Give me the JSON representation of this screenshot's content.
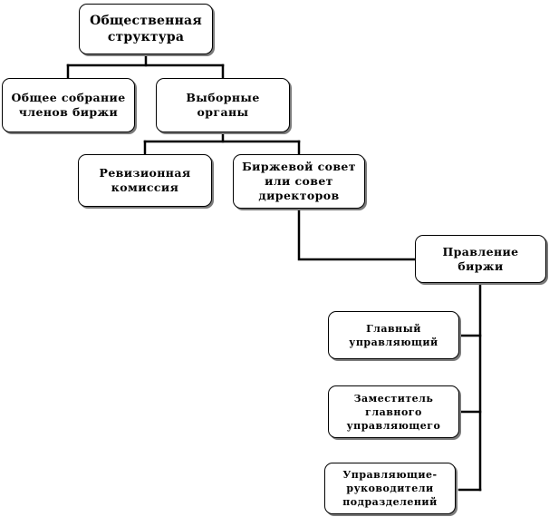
{
  "diagram": {
    "nodes": {
      "root": "Общественная структура",
      "general_assembly": "Общее собрание членов биржи",
      "elected_bodies": "Выборные органы",
      "audit_commission": "Ревизионная комиссия",
      "exchange_council": "Биржевой совет или совет директоров",
      "exchange_board": "Правление биржи",
      "chief_manager": "Главный управляющий",
      "deputy_chief_manager": "Заместитель главного управляющего",
      "division_heads": "Управляющие-руководители подразделений"
    }
  }
}
